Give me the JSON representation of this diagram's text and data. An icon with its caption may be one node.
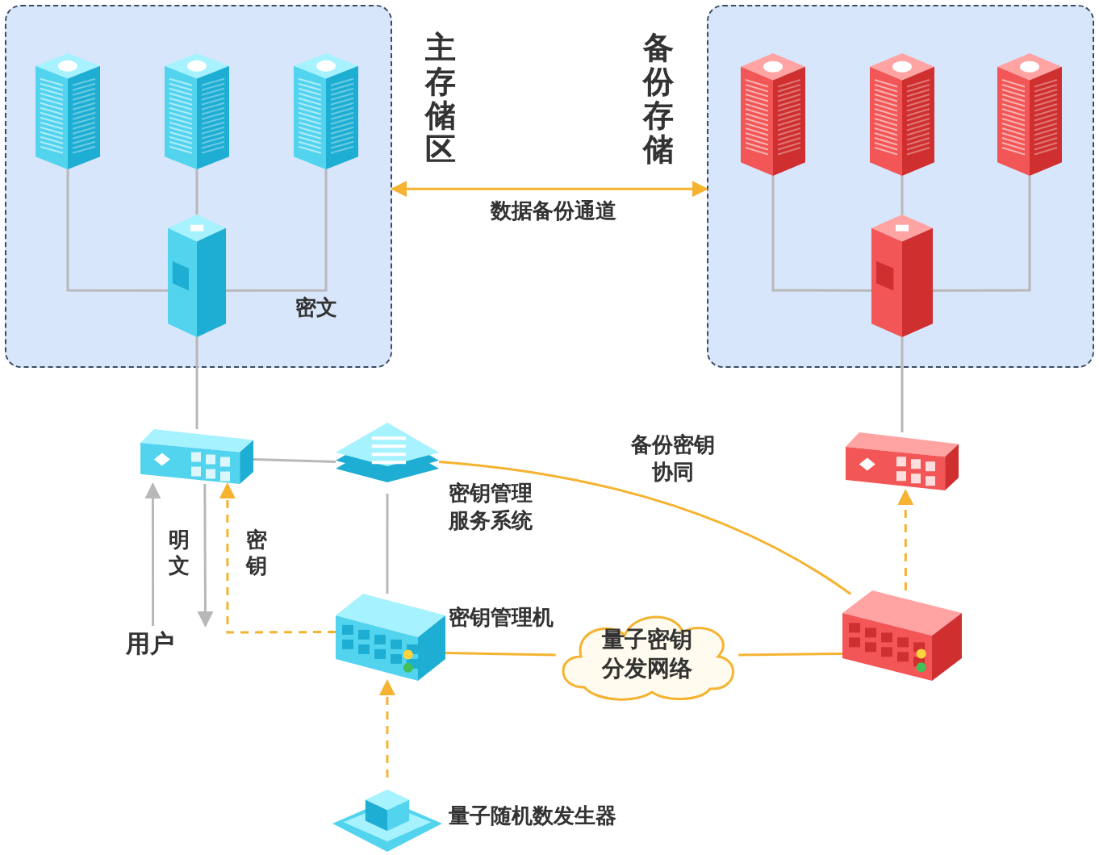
{
  "diagram": {
    "nodes": [
      {
        "text": [
          "主存储区"
        ]
      },
      {
        "text": [],
        "shape": "picture",
        "in": 0
      },
      {
        "text": [],
        "shape": "picture",
        "in": 0
      },
      {
        "text": [],
        "shape": "picture",
        "in": 0
      },
      {
        "text": [],
        "shape": "picture",
        "in": 0,
        "beside": [
          "密文"
        ]
      },
      {
        "text": [
          "备份存储"
        ]
      },
      {
        "text": [],
        "shape": "picture",
        "in": 5
      },
      {
        "text": [],
        "shape": "picture",
        "in": 5
      },
      {
        "text": [],
        "shape": "picture",
        "in": 5
      },
      {
        "text": [],
        "shape": "picture",
        "in": 5
      },
      {
        "text": [],
        "shape": "picture"
      },
      {
        "text": [],
        "shape": "picture",
        "beside": [
          "密钥管理服务系统"
        ]
      },
      {
        "text": [
          "用户"
        ]
      },
      {
        "text": [],
        "shape": "picture",
        "beside": [
          "密钥管理机"
        ]
      },
      {
        "text": [
          "量子密钥分发网络"
        ]
      },
      {
        "text": [],
        "shape": "picture",
        "beside": [
          "量子随机数发生器"
        ]
      },
      {
        "text": [],
        "shape": "picture"
      },
      {
        "text": [],
        "shape": "picture"
      }
    ],
    "edges": [
      {
        "from": 1,
        "to": 4,
        "arrow": "none"
      },
      {
        "from": 2,
        "to": 4,
        "arrow": "none"
      },
      {
        "from": 3,
        "to": 4,
        "arrow": "none"
      },
      {
        "from": 6,
        "to": 9,
        "arrow": "none"
      },
      {
        "from": 7,
        "to": 9,
        "arrow": "none"
      },
      {
        "from": 8,
        "to": 9,
        "arrow": "none"
      },
      {
        "from": 0,
        "to": 5,
        "arrow": "both",
        "label": "数据备份通道",
        "color": "#f5b331"
      },
      {
        "from": 4,
        "to": 10,
        "arrow": "none"
      },
      {
        "from": 9,
        "to": 17,
        "arrow": "none"
      },
      {
        "from": 10,
        "to": 11,
        "arrow": "none"
      },
      {
        "from": 12,
        "to": 10,
        "arrow": "to"
      },
      {
        "from": 10,
        "to": 12,
        "arrow": "to",
        "label": "明文"
      },
      {
        "from": 13,
        "to": 10,
        "arrow": "to",
        "label": "密钥",
        "style": "dashed",
        "color": "#f5b331"
      },
      {
        "from": 11,
        "to": 13,
        "arrow": "none"
      },
      {
        "from": 11,
        "to": 16,
        "arrow": "none",
        "label": "备份密钥协同",
        "color": "#f5b331"
      },
      {
        "from": 13,
        "to": 14,
        "arrow": "none",
        "color": "#f5b331"
      },
      {
        "from": 14,
        "to": 16,
        "arrow": "none",
        "color": "#f5b331"
      },
      {
        "from": 15,
        "to": 13,
        "arrow": "to",
        "style": "dashed",
        "color": "#f5b331"
      },
      {
        "from": 16,
        "to": 17,
        "arrow": "to",
        "style": "dashed",
        "color": "#f5b331"
      }
    ]
  }
}
